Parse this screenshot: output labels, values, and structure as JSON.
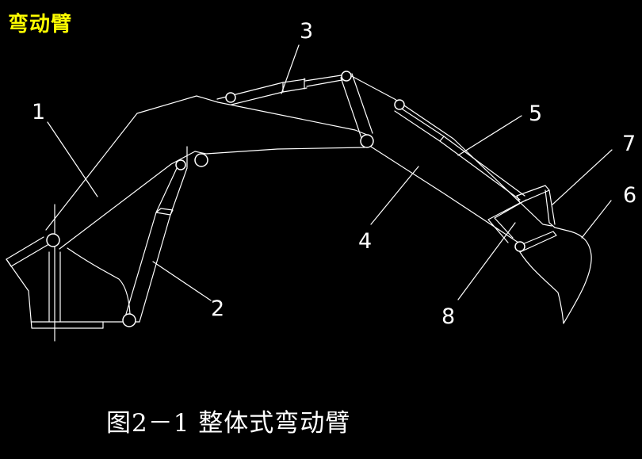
{
  "heading": "弯动臂",
  "caption": "图2－1 整体式弯动臂",
  "parts": [
    {
      "id": "1",
      "label": "1"
    },
    {
      "id": "2",
      "label": "2"
    },
    {
      "id": "3",
      "label": "3"
    },
    {
      "id": "4",
      "label": "4"
    },
    {
      "id": "5",
      "label": "5"
    },
    {
      "id": "6",
      "label": "6"
    },
    {
      "id": "7",
      "label": "7"
    },
    {
      "id": "8",
      "label": "8"
    }
  ],
  "colors": {
    "background": "#000000",
    "heading": "#ffff00",
    "drawing": "#ffffff"
  }
}
